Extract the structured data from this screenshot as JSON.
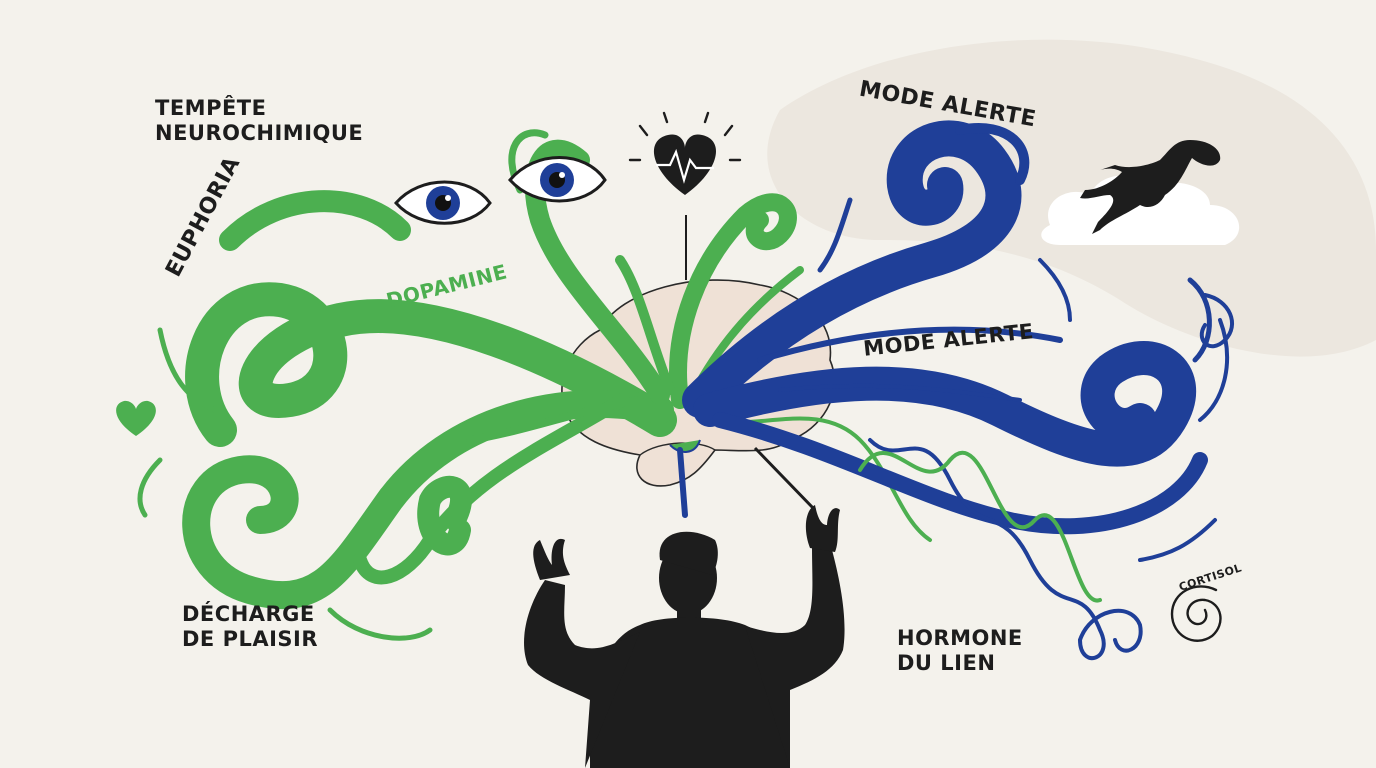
{
  "labels": {
    "tempete_line1": "TEMPÊTE",
    "tempete_line2": "NEUROCHIMIQUE",
    "euphoria": "EUPHORIA",
    "dopamine": "DOPAMINE",
    "mode_alerte_top": "MODE ALERTE",
    "mode_alerte_mid": "MODE ALERTE",
    "decharge_line1": "DÉCHARGE",
    "decharge_line2": "DE PLAISIR",
    "hormone_line1": "HORMONE",
    "hormone_line2": "DU LIEN",
    "cortisol": "CORTISOL"
  },
  "colors": {
    "background": "#f4f2ec",
    "green": "#4caf50",
    "blue": "#1f3f98",
    "ink": "#1d1d1d",
    "brain": "#efe1d6"
  },
  "icons": [
    "eye-icon",
    "heartbeat-icon",
    "heart-icon",
    "conductor-figure",
    "floating-woman-icon",
    "cortisol-spiral-icon"
  ]
}
